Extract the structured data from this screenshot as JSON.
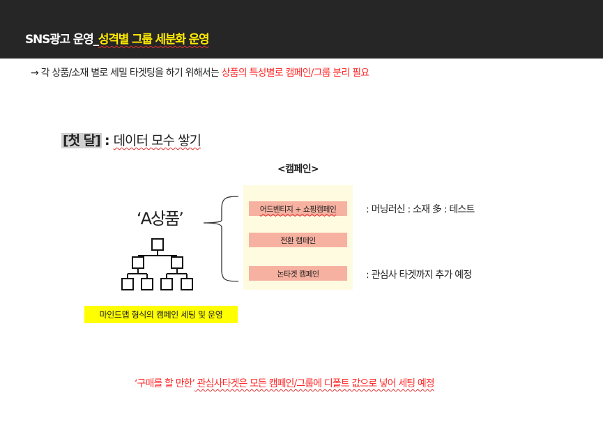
{
  "header": {
    "title_prefix": "SNS광고 운영_",
    "title_highlight": "성격별 그룹 세분화 운영"
  },
  "intro": {
    "arrow": "→",
    "text": " 각 상품/소재 별로 세밀 타겟팅을 하기 위해서는 ",
    "highlight": "상품의 특성별로 캠페인/그룹 분리 필요"
  },
  "phase": {
    "tag": "[첫 달]",
    "colon": ":",
    "title": "데이터 모수 쌓기"
  },
  "diagram": {
    "campaign_header": "<캠페인>",
    "product_label": "‘A상품’",
    "mindmap_label": "마인드맵 형식의 캠페인 세팅 및 운영",
    "campaigns": [
      "어드벤티지 + 쇼핑캠페인",
      "전환 캠페인",
      "논타겟 캠페인"
    ],
    "notes": [
      ": 머닝러신 : 소재 多 : 테스트",
      ": 관심사 타겟까지 추가 예정"
    ]
  },
  "bottom": {
    "quote": "‘구매를 할 만한’",
    "text": "  관심사타겟은 모든 캠페인/그룹에 디폴트 값으로 넣어 세팅 예정"
  },
  "colors": {
    "header_bg": "#262626",
    "highlight_yellow": "#ffea00",
    "accent_red": "#ff2a2a",
    "campaign_box": "#f7b1a0",
    "panel_bg": "#fffbe0",
    "label_yellow": "#ffff00"
  }
}
